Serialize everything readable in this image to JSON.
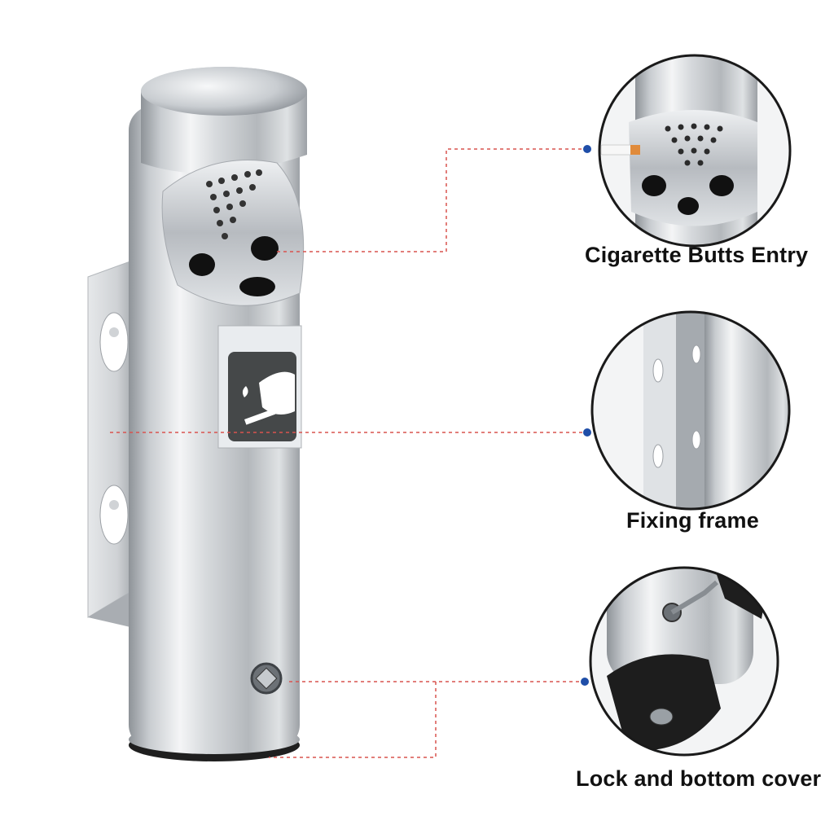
{
  "image": {
    "subject": "wall-mounted stainless steel cigarette receptacle",
    "background_color": "#ffffff",
    "metal_color": "#c9ccd0",
    "leader_line_color": "#d9534f",
    "leader_dot_color": "#1f4ea8"
  },
  "callouts": [
    {
      "label": "Cigarette Butts Entry",
      "detail": "perforated-top-with-cigarette"
    },
    {
      "label": "Fixing frame",
      "detail": "keyhole-bracket"
    },
    {
      "label": "Lock and bottom cover",
      "detail": "key-lock-and-cap"
    }
  ],
  "icons": {
    "sign": "no-smoking-hand-icon",
    "lock": "lock-icon",
    "key": "key-icon"
  }
}
